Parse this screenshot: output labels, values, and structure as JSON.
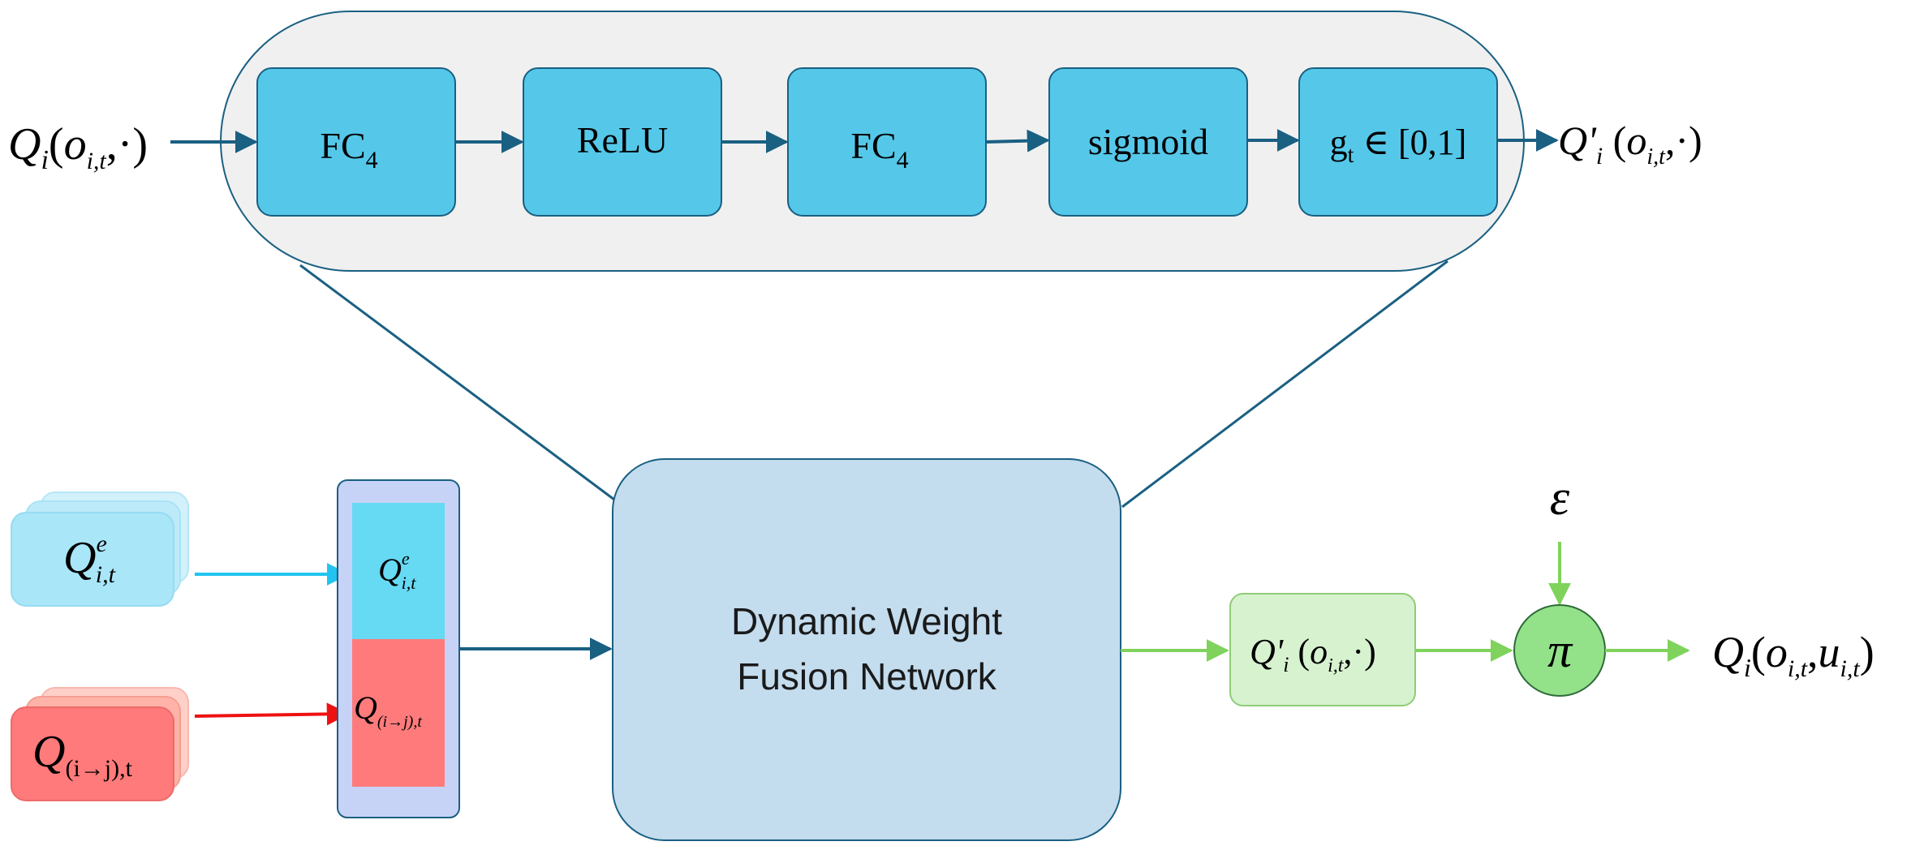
{
  "input_label": {
    "sym": "Q",
    "sub": "i",
    "args_pre": "(",
    "arg_o": "o",
    "arg_sub": "i,t",
    "args_post": ",·)"
  },
  "blocks": [
    {
      "main": "FC",
      "sub": "4"
    },
    {
      "main": "ReLU",
      "sub": ""
    },
    {
      "main": "FC",
      "sub": "4"
    },
    {
      "main": "sigmoid",
      "sub": ""
    },
    {
      "main": "g",
      "sub": "t",
      "rest": " ∈ [0,1]"
    }
  ],
  "gate_output_label": {
    "sym": "Q'",
    "sub": "i",
    "args_pre": " (",
    "arg_o": "o",
    "arg_sub": "i,t",
    "args_post": ",·)"
  },
  "stack_e": {
    "sym": "Q",
    "sup": "e",
    "sub": "i,t"
  },
  "stack_ij": {
    "sym": "Q",
    "sub": "(i→j),t"
  },
  "concat_top": {
    "sym": "Q",
    "sup": "e",
    "sub": "i,t"
  },
  "concat_bottom": {
    "sym": "Q",
    "sub": "(i→j),t"
  },
  "fusion": {
    "line1": "Dynamic Weight",
    "line2": "Fusion Network"
  },
  "fusion_output": {
    "sym": "Q'",
    "sub": "i",
    "args_pre": " (",
    "arg_o": "o",
    "arg_sub": "i,t",
    "args_post": ",·)"
  },
  "epsilon": "ε",
  "policy": "π",
  "final_output": {
    "sym": "Q",
    "sub": "i",
    "args_pre": "(",
    "arg_o": "o",
    "arg_sub": "i,t",
    "mid": ",",
    "arg_u": "u",
    "arg_u_sub": "i,t",
    "args_post": ")"
  },
  "colors": {
    "block": "#55c8ea",
    "gate_bg": "#f0f0f0",
    "dark_arrow": "#1a6082",
    "fusion": "#c3dcee",
    "concat_bg": "#c7d3f6",
    "cyan": "#66d9f3",
    "red": "#ff7b7b",
    "green": "#7fd35c",
    "green_box": "#d7f2cf",
    "pi": "#93e28a"
  }
}
